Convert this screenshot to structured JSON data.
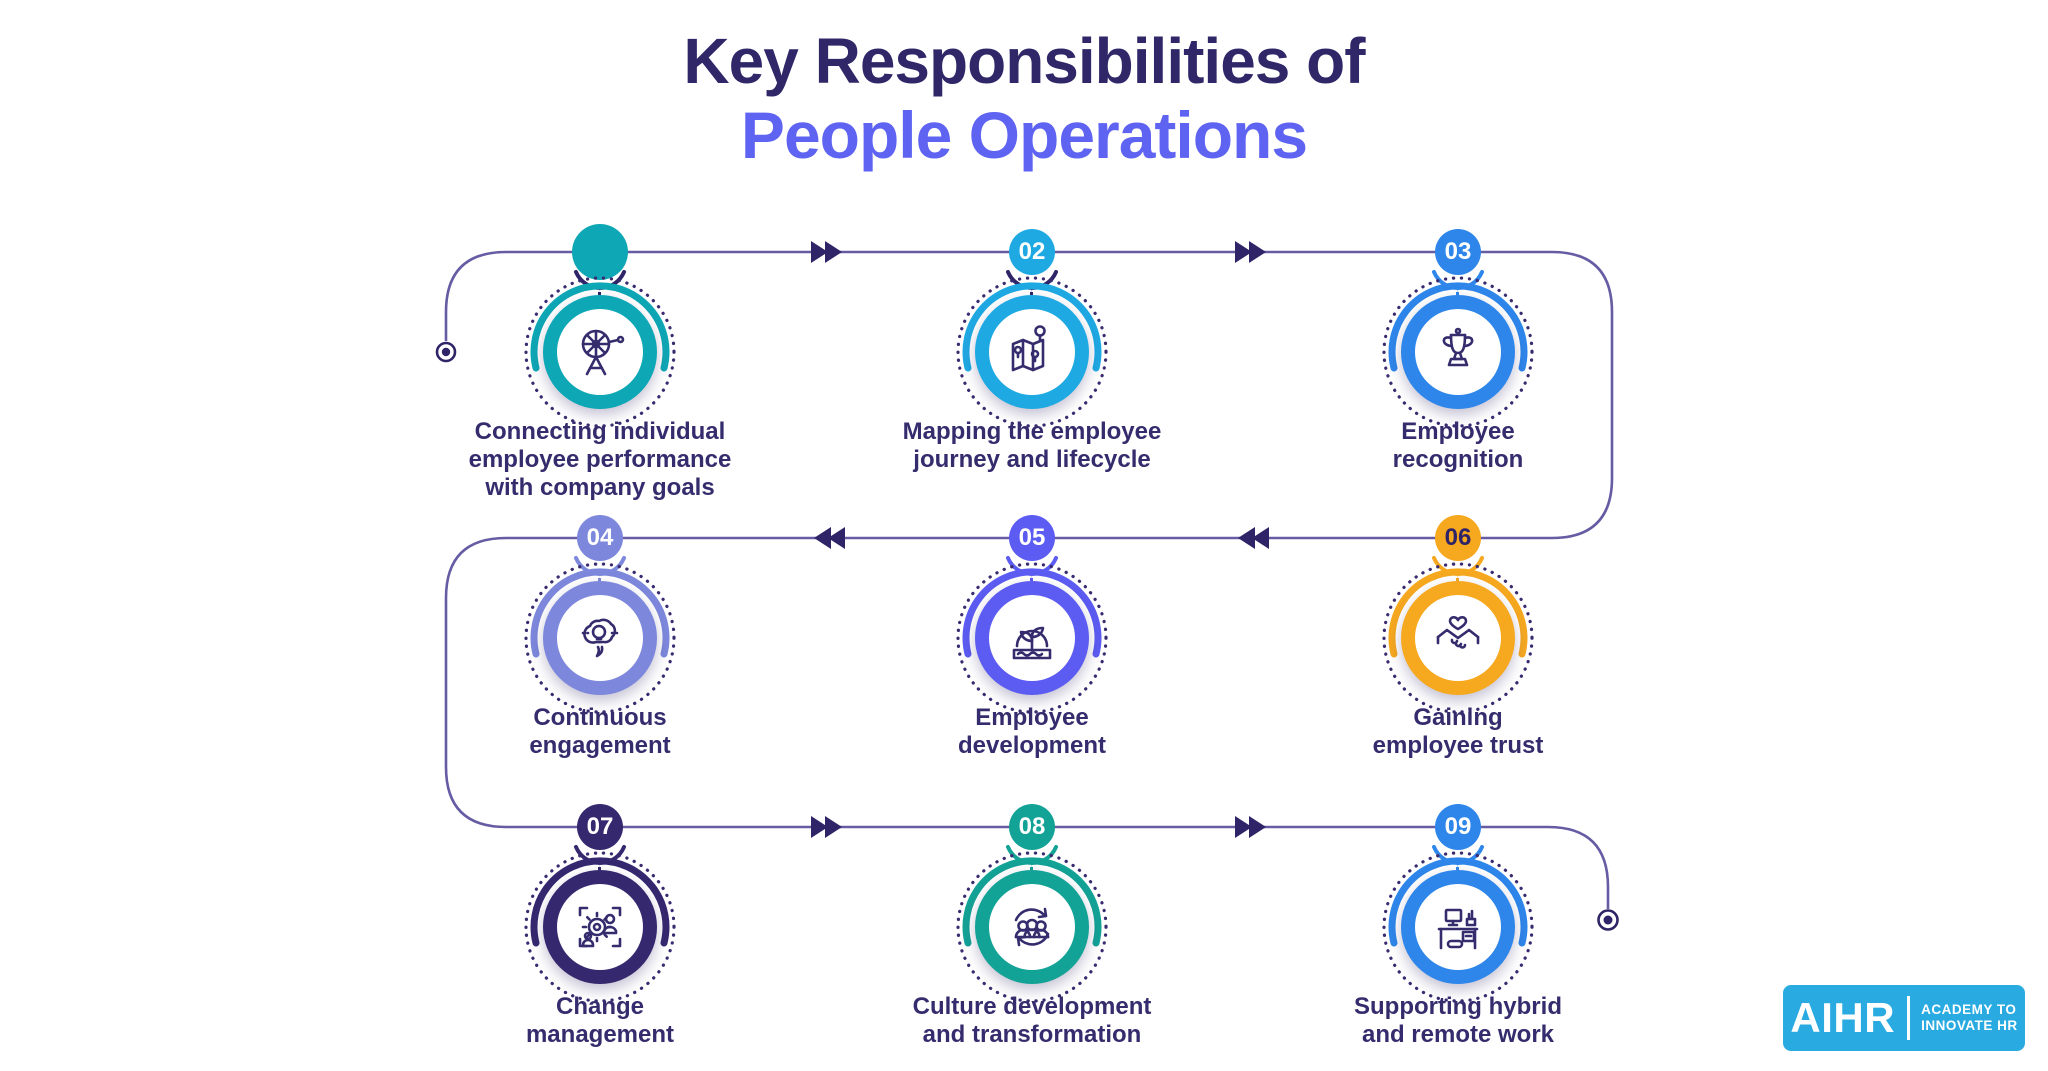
{
  "title": {
    "line1": "Key Responsibilities of",
    "line2": "People Operations"
  },
  "colors": {
    "background": "#ffffff",
    "title_line1": "#2F2768",
    "title_line2": "#5F63F2",
    "connector_line": "#655CA4",
    "arrow": "#2E2467",
    "label_text": "#352C6E",
    "dotted_ring": "#3A2B71"
  },
  "items": [
    {
      "number": "",
      "number_color": "#0EA7B5",
      "color": "#0EA7B5",
      "arc_color": "#2E2467",
      "icon": "performance-wheel-icon",
      "label": [
        "Connecting individual",
        "employee performance",
        "with company goals"
      ]
    },
    {
      "number": "02",
      "number_color": "#ffffff",
      "color": "#1FA9E3",
      "arc_color": "#2E2467",
      "icon": "employee-journey-map-icon",
      "label": [
        "Mapping the employee",
        "journey and lifecycle"
      ]
    },
    {
      "number": "03",
      "number_color": "#ffffff",
      "color": "#2E86EA",
      "arc_color": "#2E86EA",
      "icon": "trophy-icon",
      "label": [
        "Employee",
        "recognition"
      ]
    },
    {
      "number": "04",
      "number_color": "#ffffff",
      "color": "#7D88DC",
      "arc_color": "#7D88DC",
      "icon": "thought-bulb-icon",
      "label": [
        "Continuous",
        "engagement"
      ]
    },
    {
      "number": "05",
      "number_color": "#ffffff",
      "color": "#5C5CF2",
      "arc_color": "#5C5CF2",
      "icon": "sprout-icon",
      "label": [
        "Employee",
        "development"
      ]
    },
    {
      "number": "06",
      "number_color": "#2E2467",
      "color": "#F6A81F",
      "arc_color": "#F6A81F",
      "icon": "handshake-heart-icon",
      "label": [
        "Gaining",
        "employee trust"
      ]
    },
    {
      "number": "07",
      "number_color": "#ffffff",
      "color": "#35286F",
      "arc_color": "#35286F",
      "icon": "change-gear-icon",
      "label": [
        "Change",
        "management"
      ]
    },
    {
      "number": "08",
      "number_color": "#ffffff",
      "color": "#13A296",
      "arc_color": "#13A296",
      "icon": "culture-people-icon",
      "label": [
        "Culture development",
        "and transformation"
      ]
    },
    {
      "number": "09",
      "number_color": "#ffffff",
      "color": "#2E86EA",
      "arc_color": "#2E86EA",
      "icon": "remote-desk-icon",
      "label": [
        "Supporting hybrid",
        "and remote work"
      ]
    }
  ],
  "logo": {
    "brand": "AIHR",
    "tagline_line1": "ACADEMY TO",
    "tagline_line2": "INNOVATE HR",
    "background": "#29ABE2"
  }
}
